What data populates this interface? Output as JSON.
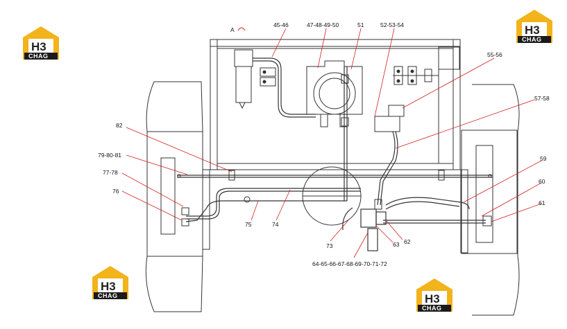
{
  "view_label": "A",
  "logo": {
    "text": "CHAG",
    "mark": "H3",
    "color": "#f2b31b"
  },
  "leader_color": "#d22020",
  "callouts": [
    "45-46",
    "47-48-49-50",
    "51",
    "52-53-54",
    "55-56",
    "57-58",
    "82",
    "79-80-81",
    "77-78",
    "76",
    "75",
    "74",
    "59",
    "60",
    "61",
    "73",
    "62",
    "63",
    "64-65-66-67-68-69-70-71-72"
  ]
}
